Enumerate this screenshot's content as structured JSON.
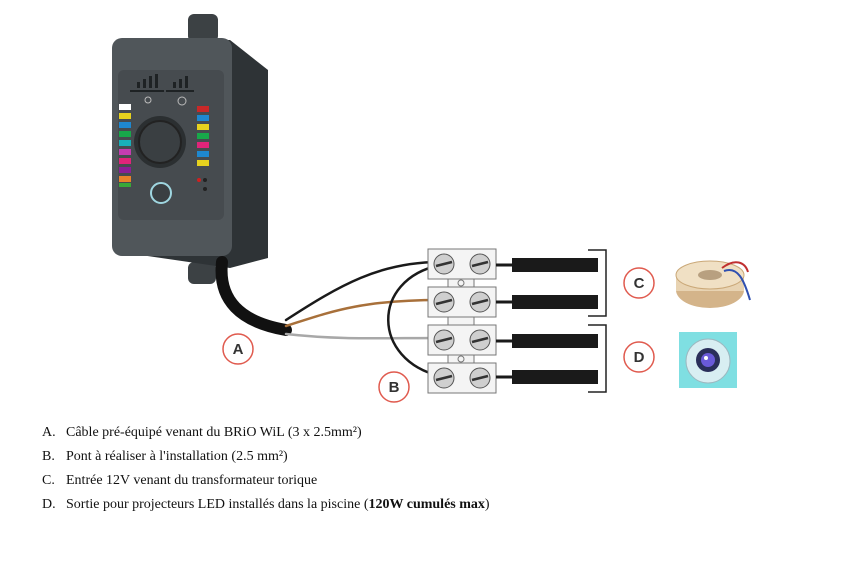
{
  "callouts": [
    {
      "id": "A",
      "label": "A"
    },
    {
      "id": "B",
      "label": "B"
    },
    {
      "id": "C",
      "label": "C"
    },
    {
      "id": "D",
      "label": "D"
    }
  ],
  "colors": {
    "callout_stroke": "#e05a4e",
    "wire_brown": "#a8703a",
    "wire_grey": "#a8a8a8",
    "wire_black": "#1a1a1a",
    "controller_body": "#4a4f52"
  },
  "legend": [
    {
      "letter": "A.",
      "text": "Câble pré-équipé venant du BRiO WiL (3 x 2.5mm²)",
      "bold": ""
    },
    {
      "letter": "B.",
      "text": "Pont à réaliser à l'installation (2.5 mm²)",
      "bold": ""
    },
    {
      "letter": "C.",
      "text": "Entrée 12V venant du transformateur torique",
      "bold": ""
    },
    {
      "letter": "D.",
      "text": "Sortie pour projecteurs LED installés dans la piscine (",
      "bold": "120W cumulés max",
      "after": ")"
    }
  ]
}
